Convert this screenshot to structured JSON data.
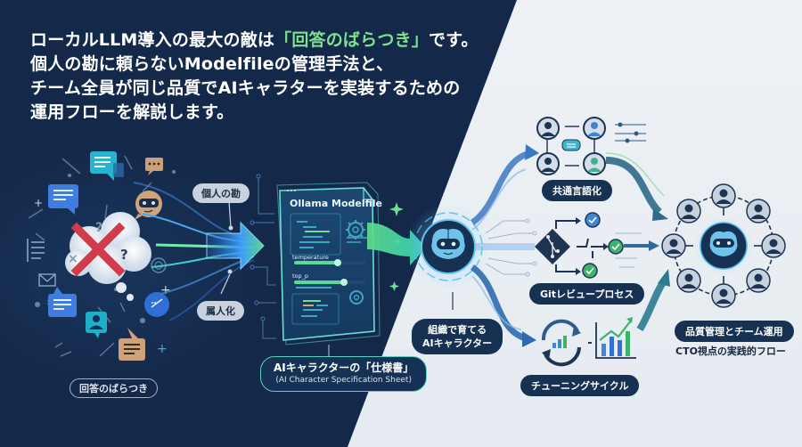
{
  "headline": {
    "line1_before": "ローカルLLM導入の最大の敵は",
    "line1_highlight": "「回答のばらつき」",
    "line1_after": "です。",
    "line2": "個人の勘に頼らないModelfileの管理手法と、",
    "line3": "チーム全員が同じ品質でAIキャラターを実装するための",
    "line4": "運用フローを解説します。",
    "highlight_color": "#7fe08f"
  },
  "chaos_section": {
    "label_bottom": "回答のばらつき",
    "label_intuition": "個人の勘",
    "label_silo": "属人化"
  },
  "modelfile_card": {
    "title": "Ollama Modelfile",
    "params": [
      {
        "name": "temperature",
        "value_pct": 62
      },
      {
        "name": "top_p",
        "value_pct": 70
      }
    ],
    "caption_main": "AIキャラクターの「仕様書」",
    "caption_sub": "(AI Character Specification Sheet)"
  },
  "brain_hub": {
    "caption_line1": "組織で育てる",
    "caption_line2": "AIキャラクター"
  },
  "processes": [
    {
      "id": "common-language",
      "label": "共通言語化"
    },
    {
      "id": "git-review",
      "label": "Gitレビュープロセス"
    },
    {
      "id": "tuning-cycle",
      "label": "チューニングサイクル"
    }
  ],
  "team_section": {
    "caption_main": "品質管理とチーム運用",
    "caption_sub": "CTO視点の実践的フロー"
  },
  "colors": {
    "dark_bg": "#14294a",
    "light_bg": "#e9eef4",
    "accent_green": "#5fe08a",
    "accent_blue": "#3e86d8",
    "navy": "#173152"
  }
}
